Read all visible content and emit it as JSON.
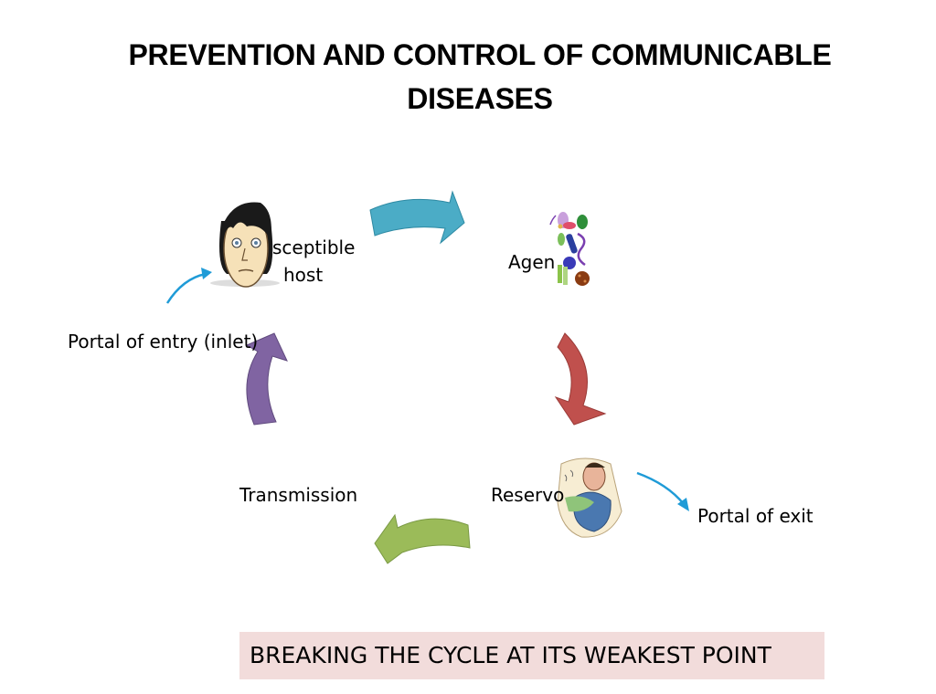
{
  "title": "PREVENTION AND CONTROL OF COMMUNICABLE DISEASES",
  "nodes": {
    "host_line1": "sceptible",
    "host_line2": "host",
    "agent": "Agen",
    "reservoir": "Reservo",
    "transmission": "Transmission",
    "portal_entry": "Portal of entry (inlet)",
    "portal_exit": "Portal of exit"
  },
  "banner": "BREAKING THE CYCLE AT ITS WEAKEST POINT",
  "colors": {
    "arrow_top": "#4bacc6",
    "arrow_right": "#c0504d",
    "arrow_bottom": "#9bbb59",
    "arrow_left": "#8064a2",
    "small_arrow": "#1f9bd7",
    "banner_bg": "#f2dcdb"
  }
}
